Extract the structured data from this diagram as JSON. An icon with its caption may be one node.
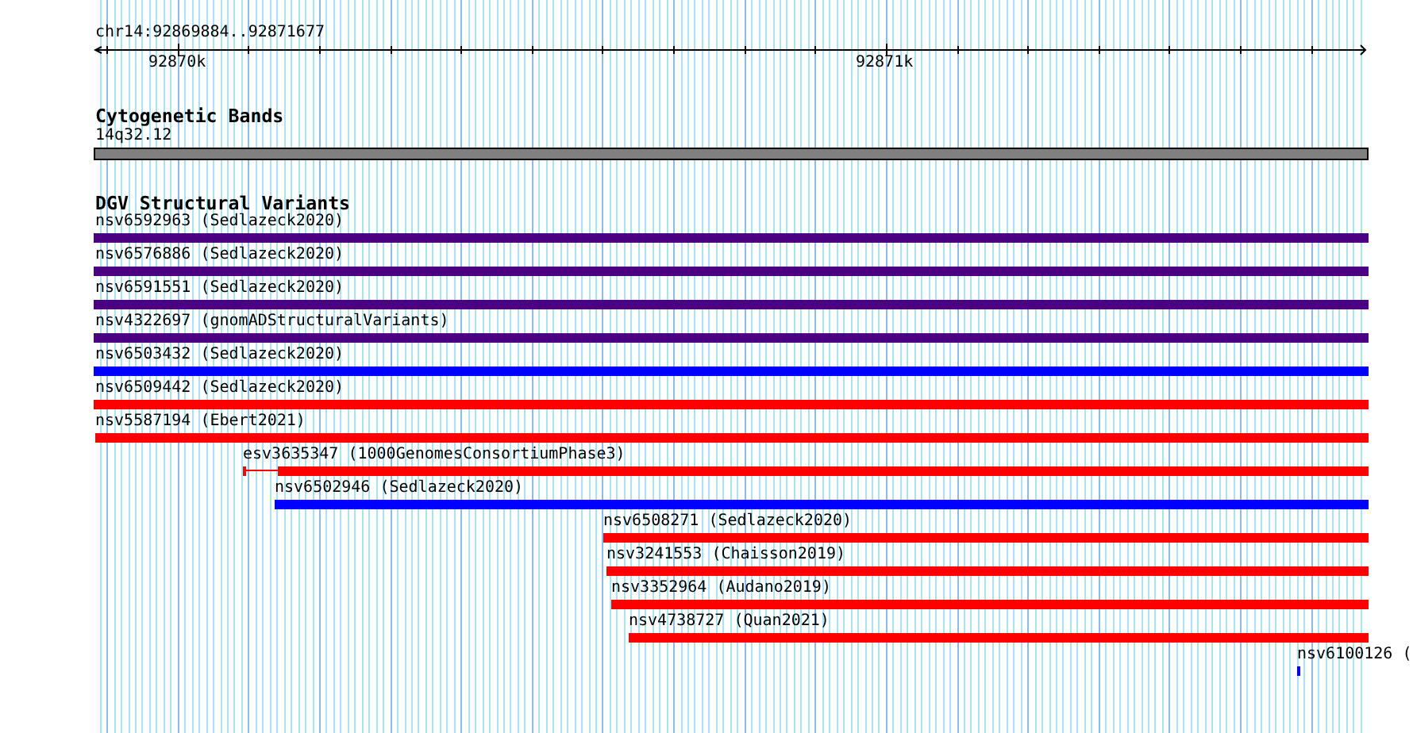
{
  "diagram": {
    "nodes": [
      {
        "text": [
          "14q32.12"
        ]
      },
      {
        "text": [
          "nsv6592963 (Sedlazeck2020)"
        ]
      },
      {
        "text": [
          "nsv6576886 (Sedlazeck2020)"
        ]
      },
      {
        "text": [
          "nsv6591551 (Sedlazeck2020)"
        ]
      },
      {
        "text": [
          "nsv4322697 (gnomADStructuralVariants)"
        ]
      },
      {
        "text": [
          "nsv6503432 (Sedlazeck2020)"
        ]
      },
      {
        "text": [
          "nsv6509442 (Sedlazeck2020)"
        ]
      },
      {
        "text": [
          "nsv5587194 (Ebert2021)"
        ]
      },
      {
        "text": [
          "esv3635347 (1000GenomesConsortiumPhase3)"
        ]
      },
      {
        "text": [
          "nsv6502946 (Sedlazeck2020)"
        ]
      },
      {
        "text": [
          "nsv6508271 (Sedlazeck2020)"
        ]
      },
      {
        "text": [
          "nsv3241553 (Chaisson2019)"
        ]
      },
      {
        "text": [
          "nsv3352964 (Audano2019)"
        ]
      },
      {
        "text": [
          "nsv4738727 (Quan2021)"
        ]
      },
      {
        "text": [
          "nsv6100126 ("
        ]
      }
    ],
    "labels": [
      "chr14:92869884..92871677",
      "92870k",
      "92871k",
      "Cytogenetic Bands",
      "DGV Structural Variants"
    ]
  }
}
